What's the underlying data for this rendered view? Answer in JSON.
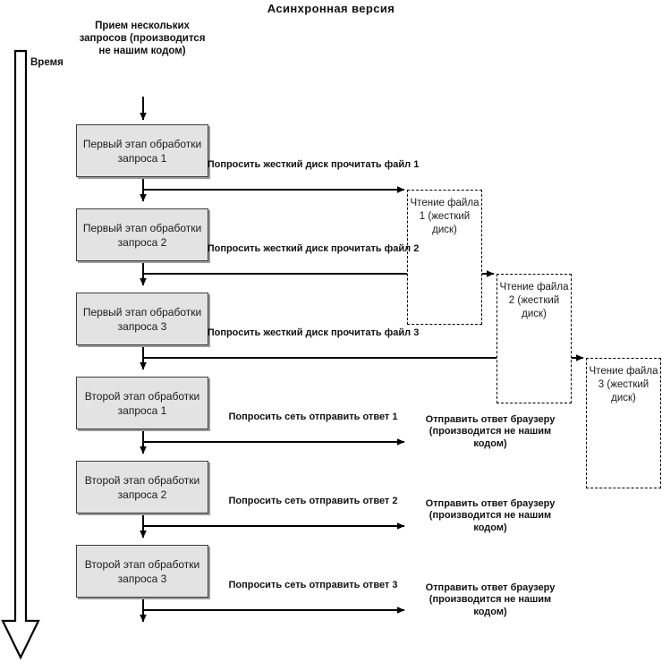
{
  "title": "Асинхронная версия",
  "time_axis": {
    "label": "Время",
    "icon": "down-arrow-icon"
  },
  "intake": {
    "text": "Прием нескольких запросов (производится не нашим кодом)"
  },
  "process_boxes": [
    {
      "id": "stage1-req1",
      "text": "Первый этап обработки запроса 1"
    },
    {
      "id": "stage1-req2",
      "text": "Первый этап обработки запроса 2"
    },
    {
      "id": "stage1-req3",
      "text": "Первый этап обработки запроса 3"
    },
    {
      "id": "stage2-req1",
      "text": "Второй этап обработки запроса 1"
    },
    {
      "id": "stage2-req2",
      "text": "Второй этап обработки запроса 2"
    },
    {
      "id": "stage2-req3",
      "text": "Второй этап обработки запроса 3"
    }
  ],
  "disk_requests": [
    {
      "id": "disk-req-1",
      "text": "Попросить жесткий диск прочитать файл 1"
    },
    {
      "id": "disk-req-2",
      "text": "Попросить жесткий диск прочитать файл 2"
    },
    {
      "id": "disk-req-3",
      "text": "Попросить жесткий диск прочитать файл 3"
    }
  ],
  "disk_reads": [
    {
      "id": "disk-read-1",
      "text": "Чтение файла 1 (жесткий диск)"
    },
    {
      "id": "disk-read-2",
      "text": "Чтение файла 2 (жесткий диск)"
    },
    {
      "id": "disk-read-3",
      "text": "Чтение файла 3 (жесткий диск)"
    }
  ],
  "network_requests": [
    {
      "id": "net-req-1",
      "text": "Попросить сеть отправить ответ 1"
    },
    {
      "id": "net-req-2",
      "text": "Попросить сеть отправить ответ 2"
    },
    {
      "id": "net-req-3",
      "text": "Попросить сеть отправить ответ 3"
    }
  ],
  "network_responses": [
    {
      "id": "net-resp-1",
      "text": "Отправить ответ браузеру (производится не нашим кодом)"
    },
    {
      "id": "net-resp-2",
      "text": "Отправить ответ браузеру (производится не нашим кодом)"
    },
    {
      "id": "net-resp-3",
      "text": "Отправить ответ браузеру (производится не нашим кодом)"
    }
  ],
  "colors": {
    "box_fill": "#e3e3e3",
    "box_border": "#3c3c3c",
    "line": "#000000",
    "background": "#ffffff"
  }
}
